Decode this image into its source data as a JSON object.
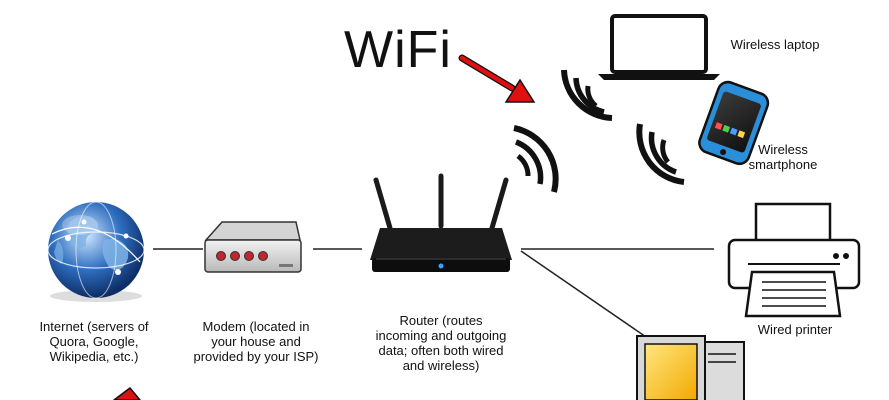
{
  "title": "WiFi",
  "labels": {
    "internet": [
      "Internet (servers of",
      "Quora, Google,",
      "Wikipedia, etc.)"
    ],
    "modem": [
      "Modem (located in",
      "your house and",
      "provided by your ISP)"
    ],
    "router": [
      "Router (routes",
      "incoming and outgoing",
      "data; often both wired",
      "and wireless)"
    ],
    "laptop": [
      "Wireless laptop"
    ],
    "smartphone": [
      "Wireless",
      "smartphone"
    ],
    "printer": [
      "Wired printer"
    ]
  },
  "colors": {
    "arrow": "#e01010",
    "signal": "#111111",
    "connector": "#222222",
    "phone_body": "#2a8fd8",
    "monitor_screen": "#f5c518",
    "globe": "#2f6fc0",
    "modem_led": "#c0262e",
    "router_led": "#3aa0ff"
  },
  "icons": [
    "globe-icon",
    "modem-icon",
    "router-icon",
    "laptop-icon",
    "smartphone-icon",
    "printer-icon",
    "desktop-computer-icon",
    "wifi-signal-icon",
    "arrow-icon"
  ]
}
